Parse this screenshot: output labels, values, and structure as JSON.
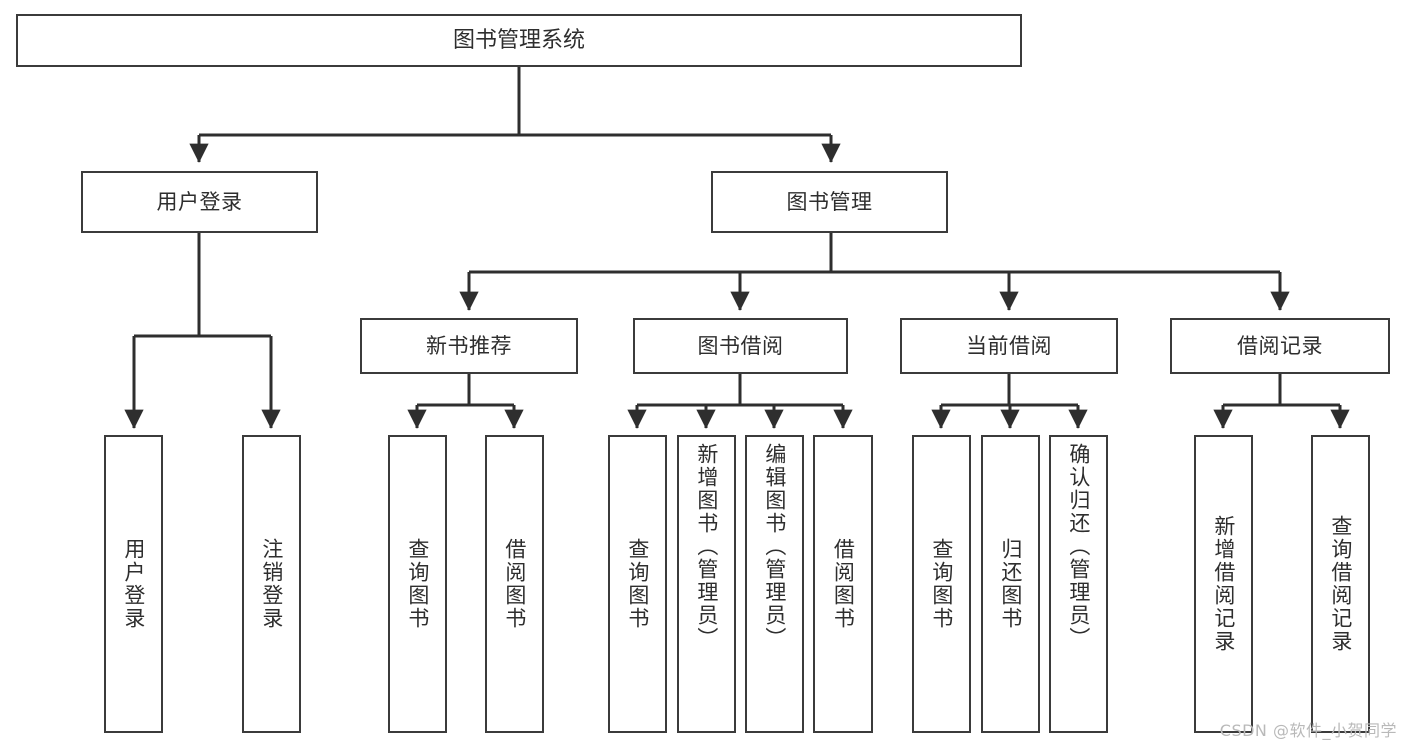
{
  "diagram": {
    "type": "tree-hierarchy",
    "title": "图书管理系统",
    "watermark": "CSDN @软件_小贺同学",
    "colors": {
      "border": "#3b3b3b",
      "text": "#2e2e2e",
      "background": "#ffffff",
      "edge": "#2e2e2e",
      "watermark": "#b9b9b9"
    },
    "nodes": {
      "root": {
        "label": "图书管理系统"
      },
      "level1": [
        {
          "id": "user-login",
          "label": "用户登录"
        },
        {
          "id": "book-manage",
          "label": "图书管理"
        }
      ],
      "level2": [
        {
          "id": "new-book-recommend",
          "label": "新书推荐"
        },
        {
          "id": "book-borrow",
          "label": "图书借阅"
        },
        {
          "id": "current-borrow",
          "label": "当前借阅"
        },
        {
          "id": "borrow-record",
          "label": "借阅记录"
        }
      ],
      "leaves": {
        "user_login": [
          {
            "id": "leaf-user-login",
            "label": "用户登录"
          },
          {
            "id": "leaf-logout-login",
            "label": "注销登录"
          }
        ],
        "new_book_recommend": [
          {
            "id": "leaf-query-book-1",
            "label": "查询图书"
          },
          {
            "id": "leaf-borrow-book-1",
            "label": "借阅图书"
          }
        ],
        "book_borrow": [
          {
            "id": "leaf-query-book-2",
            "label": "查询图书"
          },
          {
            "id": "leaf-add-book",
            "label": "新增图书（管理员）"
          },
          {
            "id": "leaf-edit-book",
            "label": "编辑图书（管理员）"
          },
          {
            "id": "leaf-borrow-book-2",
            "label": "借阅图书"
          }
        ],
        "current_borrow": [
          {
            "id": "leaf-query-book-3",
            "label": "查询图书"
          },
          {
            "id": "leaf-return-book",
            "label": "归还图书"
          },
          {
            "id": "leaf-confirm-return",
            "label": "确认归还（管理员）"
          }
        ],
        "borrow_record": [
          {
            "id": "leaf-add-record",
            "label": "新增借阅记录"
          },
          {
            "id": "leaf-query-record",
            "label": "查询借阅记录"
          }
        ]
      }
    }
  }
}
